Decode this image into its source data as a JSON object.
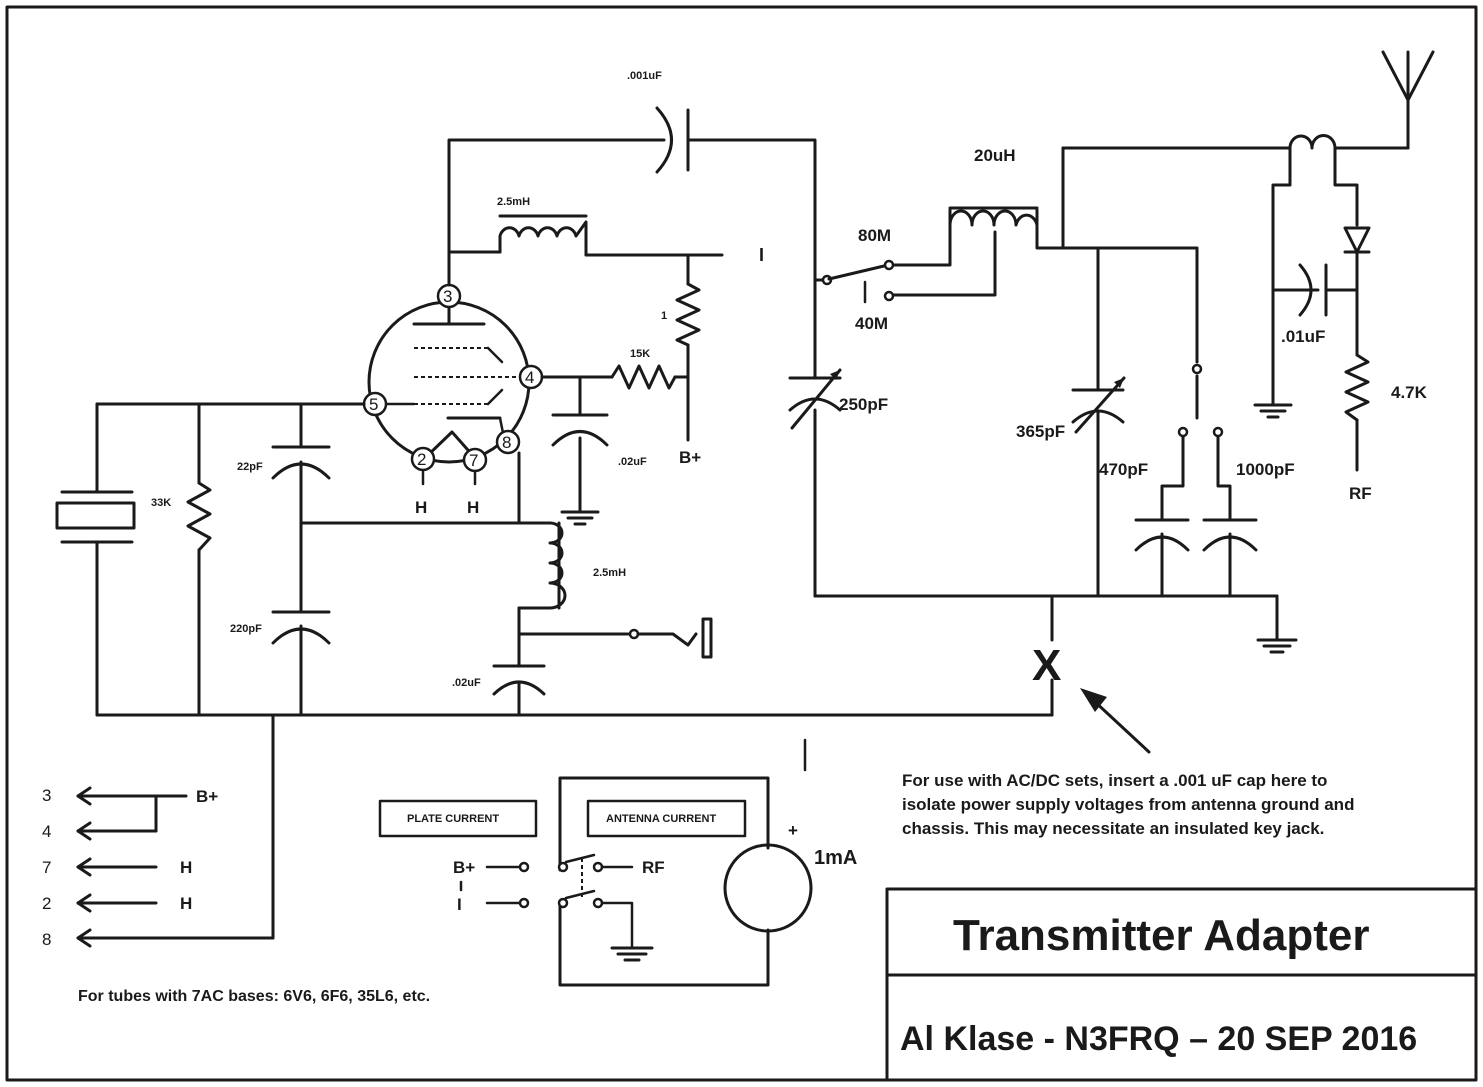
{
  "labels": {
    "c_001": ".001uF",
    "l_25mh_top": "2.5mH",
    "i_label": "I",
    "r_1": "1",
    "r_15k": "15K",
    "bplus": "B+",
    "c_02_top": ".02uF",
    "c_22": "22pF",
    "r_33k": "33K",
    "c_220": "220pF",
    "l_25mh_bot": "2.5mH",
    "c_02_bot": ".02uF",
    "h1": "H",
    "h2": "H",
    "pin3": "3",
    "pin4": "4",
    "pin5": "5",
    "pin2": "2",
    "pin7": "7",
    "pin8": "8",
    "l_20uh": "20uH",
    "band80": "80M",
    "band40": "40M",
    "c_250": "250pF",
    "c_365": "365pF",
    "c_470": "470pF",
    "c_1000": "1000pF",
    "c_01": ".01uF",
    "r_47k": "4.7K",
    "rf_out": "RF",
    "x_mark": "X"
  },
  "note": {
    "line1": "For use with AC/DC sets, insert a .001 uF cap here to",
    "line2": "isolate power supply voltages from antenna ground and",
    "line3": "chassis.  This may necessitate an insulated key jack."
  },
  "base_pins": [
    {
      "num": "3",
      "label": "B+"
    },
    {
      "num": "4",
      "label": ""
    },
    {
      "num": "7",
      "label": "H"
    },
    {
      "num": "2",
      "label": "H"
    },
    {
      "num": "8",
      "label": ""
    }
  ],
  "base_note": "For tubes with 7AC bases:  6V6, 6F6, 35L6, etc.",
  "meter": {
    "plate_box": "PLATE CURRENT",
    "antenna_box": "ANTENNA CURRENT",
    "bplus": "B+",
    "i": "I",
    "rf": "RF",
    "plus": "+",
    "range": "1mA"
  },
  "title_block": {
    "title": "Transmitter Adapter",
    "author": "Al Klase - N3FRQ – 20 SEP 2016"
  }
}
